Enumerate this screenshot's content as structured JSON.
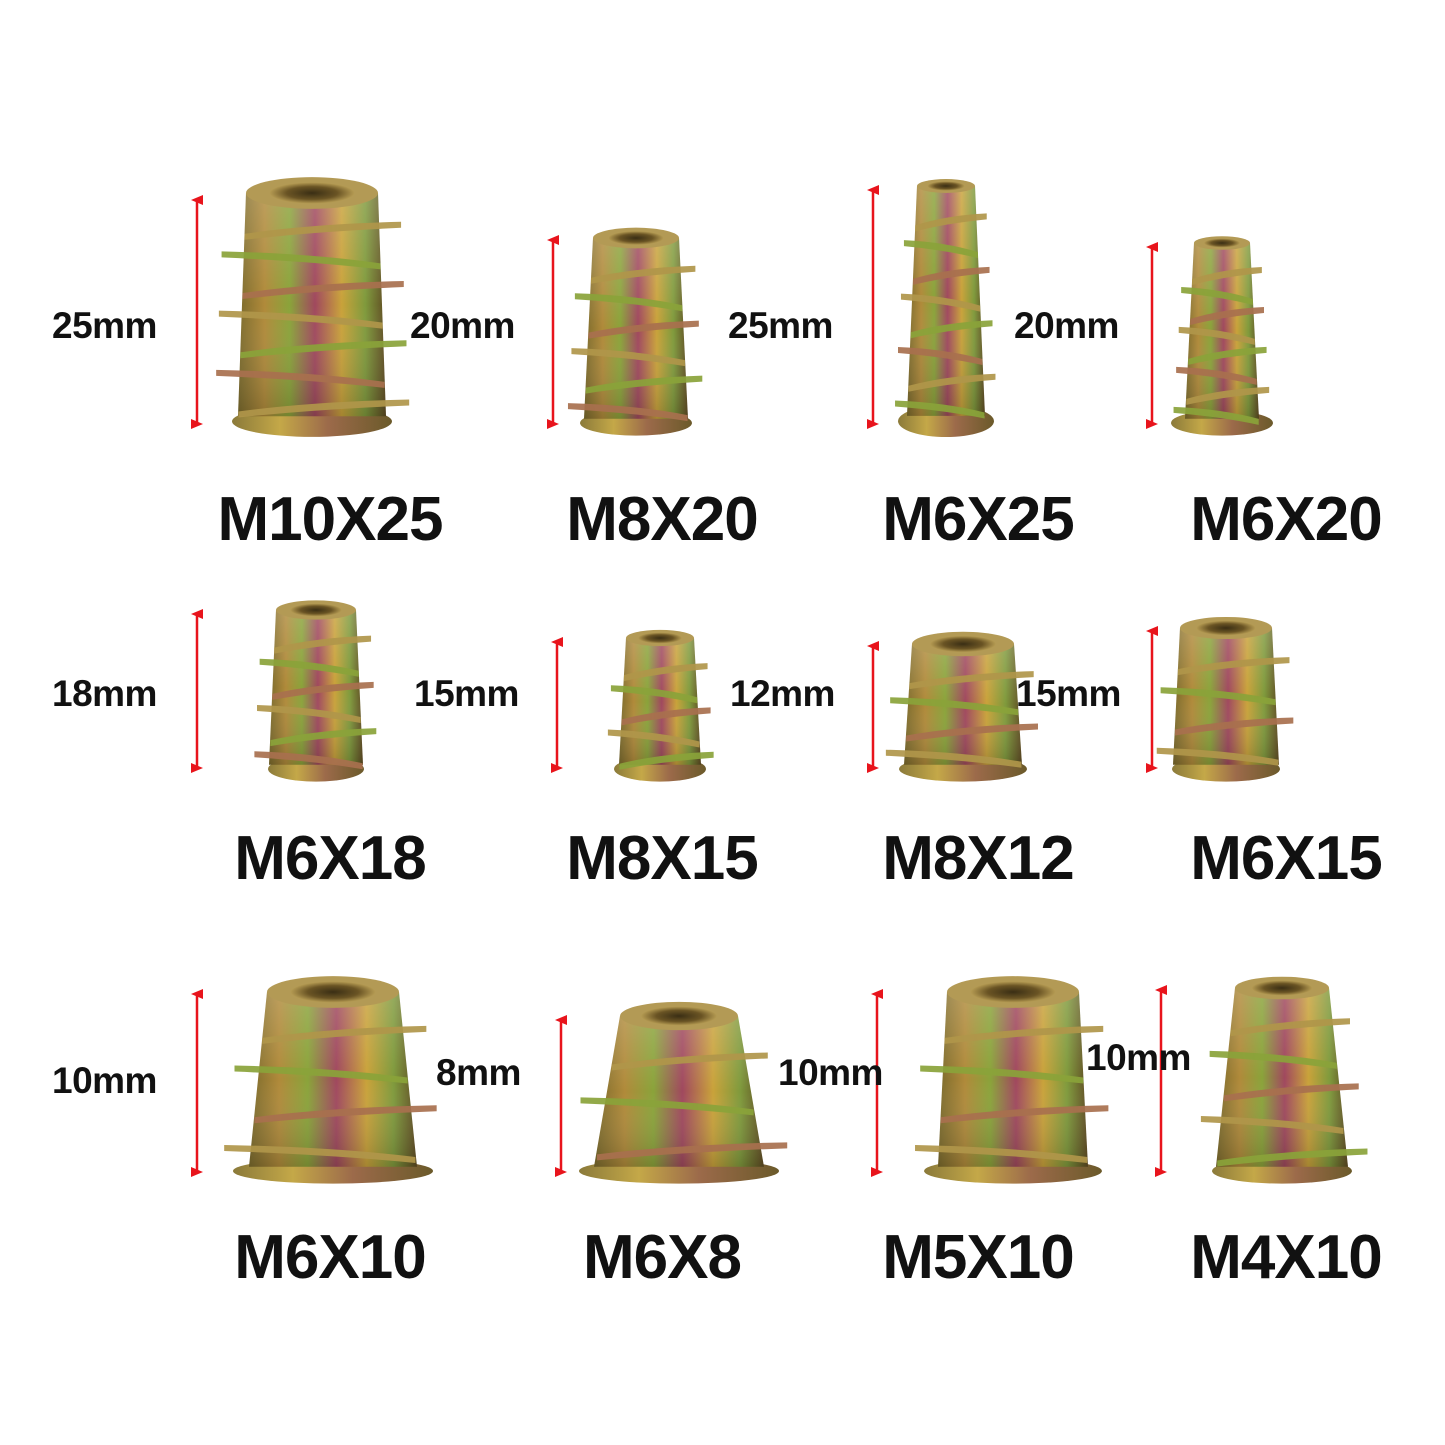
{
  "colors": {
    "arrow": "#e8141c",
    "metal_light": "#c9a23a",
    "metal_green": "#8aa33a",
    "metal_magenta": "#a0485e",
    "metal_dark": "#6f5a2a",
    "background": "#ffffff"
  },
  "inserts": [
    {
      "name": "M10X25",
      "height_label": "25mm"
    },
    {
      "name": "M8X20",
      "height_label": "20mm"
    },
    {
      "name": "M6X25",
      "height_label": "25mm"
    },
    {
      "name": "M6X20",
      "height_label": "20mm"
    },
    {
      "name": "M6X18",
      "height_label": "18mm"
    },
    {
      "name": "M8X15",
      "height_label": "15mm"
    },
    {
      "name": "M8X12",
      "height_label": "12mm"
    },
    {
      "name": "M6X15",
      "height_label": "15mm"
    },
    {
      "name": "M6X10",
      "height_label": "10mm"
    },
    {
      "name": "M6X8",
      "height_label": "8mm"
    },
    {
      "name": "M5X10",
      "height_label": "10mm"
    },
    {
      "name": "M4X10",
      "height_label": "10mm"
    }
  ]
}
